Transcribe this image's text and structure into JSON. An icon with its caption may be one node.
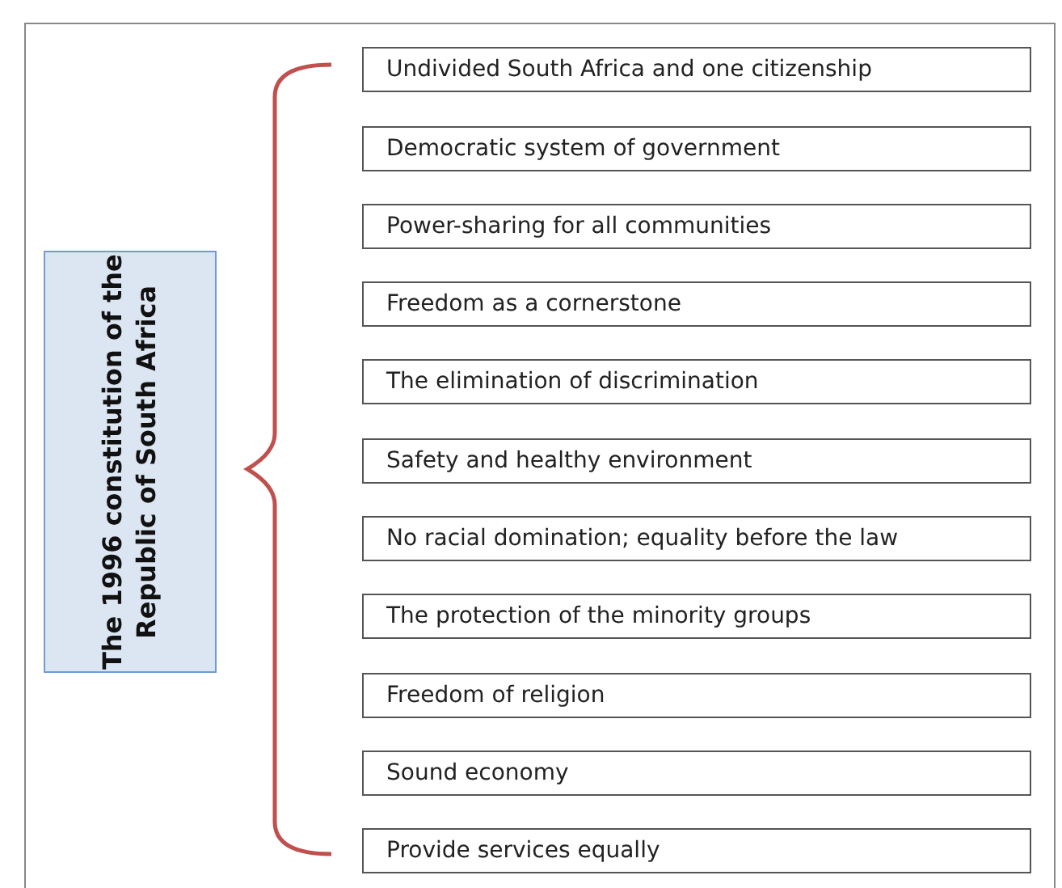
{
  "diagram": {
    "nodes": [
      {
        "text": [
          "The 1996 constitution of the Republic of South Africa"
        ]
      },
      {
        "text": [
          "Undivided South Africa and one citizenship"
        ]
      },
      {
        "text": [
          "Democratic system of government"
        ]
      },
      {
        "text": [
          "Power-sharing for all communities"
        ]
      },
      {
        "text": [
          "Freedom as a cornerstone"
        ]
      },
      {
        "text": [
          "The elimination of discrimination"
        ]
      },
      {
        "text": [
          "Safety and healthy environment"
        ]
      },
      {
        "text": [
          "No racial domination; equality before the law"
        ]
      },
      {
        "text": [
          "The protection of the minority groups"
        ]
      },
      {
        "text": [
          "Freedom of religion"
        ]
      },
      {
        "text": [
          "Sound economy"
        ]
      },
      {
        "text": [
          "Provide services equally"
        ]
      }
    ]
  }
}
